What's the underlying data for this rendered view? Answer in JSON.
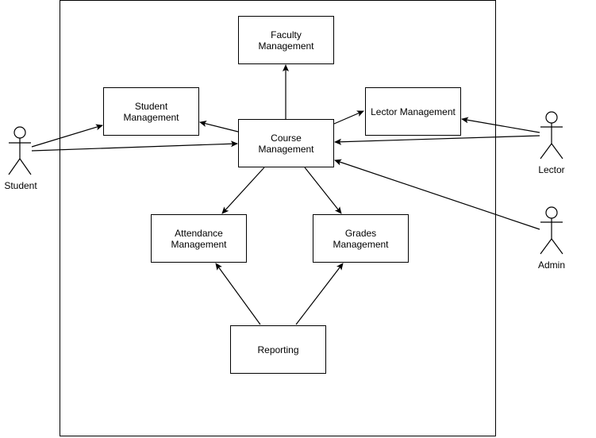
{
  "diagram": {
    "modules": {
      "faculty": "Faculty Management",
      "student": "Student Management",
      "lector": "Lector Management",
      "course": "Course Management",
      "attendance": "Attendance Management",
      "grades": "Grades Management",
      "reporting": "Reporting"
    },
    "actors": {
      "student": "Student",
      "lector": "Lector",
      "admin": "Admin"
    },
    "connections": [
      {
        "from": "course",
        "to": "faculty"
      },
      {
        "from": "course",
        "to": "student"
      },
      {
        "from": "course",
        "to": "lector"
      },
      {
        "from": "course",
        "to": "attendance"
      },
      {
        "from": "course",
        "to": "grades"
      },
      {
        "from": "reporting",
        "to": "attendance"
      },
      {
        "from": "reporting",
        "to": "grades"
      },
      {
        "from": "actor-student",
        "to": "student"
      },
      {
        "from": "actor-student",
        "to": "course"
      },
      {
        "from": "actor-lector",
        "to": "lector"
      },
      {
        "from": "actor-lector",
        "to": "course"
      },
      {
        "from": "actor-admin",
        "to": "course"
      }
    ]
  }
}
